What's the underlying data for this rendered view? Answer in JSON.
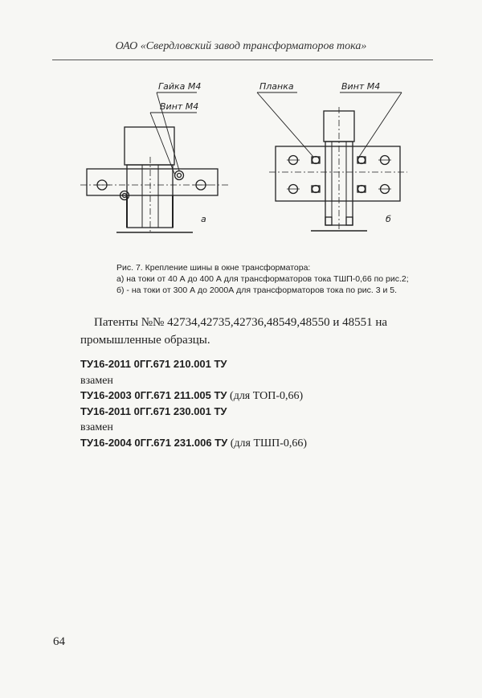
{
  "header": {
    "title": "ОАО «Свердловский завод трансформаторов тока»"
  },
  "figure": {
    "left": {
      "labels": [
        "Гайка М4",
        "Винт М4"
      ],
      "letter": "а"
    },
    "right": {
      "labels": [
        "Планка",
        "Винт М4"
      ],
      "letter": "б"
    }
  },
  "caption": {
    "title": "Рис. 7. Крепление шины в окне трансформатора:",
    "line_a": "а) на токи от 40 А до 400 А для трансформаторов тока ТШП-0,66 по рис.2;",
    "line_b": "б) - на токи от 300 А до 2000А для трансформаторов тока по рис. 3 и 5."
  },
  "patents": {
    "text": "Патенты №№ 42734,42735,42736,48549,48550 и 48551 на промышленные образцы."
  },
  "tu": [
    {
      "code": "ТУ16-2011 0ГГ.671 210.001 ТУ",
      "note": ""
    },
    {
      "code": "",
      "note": "взамен"
    },
    {
      "code": "ТУ16-2003 0ГГ.671 211.005 ТУ",
      "note": " (для ТОП-0,66)"
    },
    {
      "code": "ТУ16-2011 0ГГ.671 230.001 ТУ",
      "note": ""
    },
    {
      "code": "",
      "note": "взамен"
    },
    {
      "code": "ТУ16-2004 0ГГ.671 231.006 ТУ",
      "note": " (для ТШП-0,66)"
    }
  ],
  "page_number": "64"
}
